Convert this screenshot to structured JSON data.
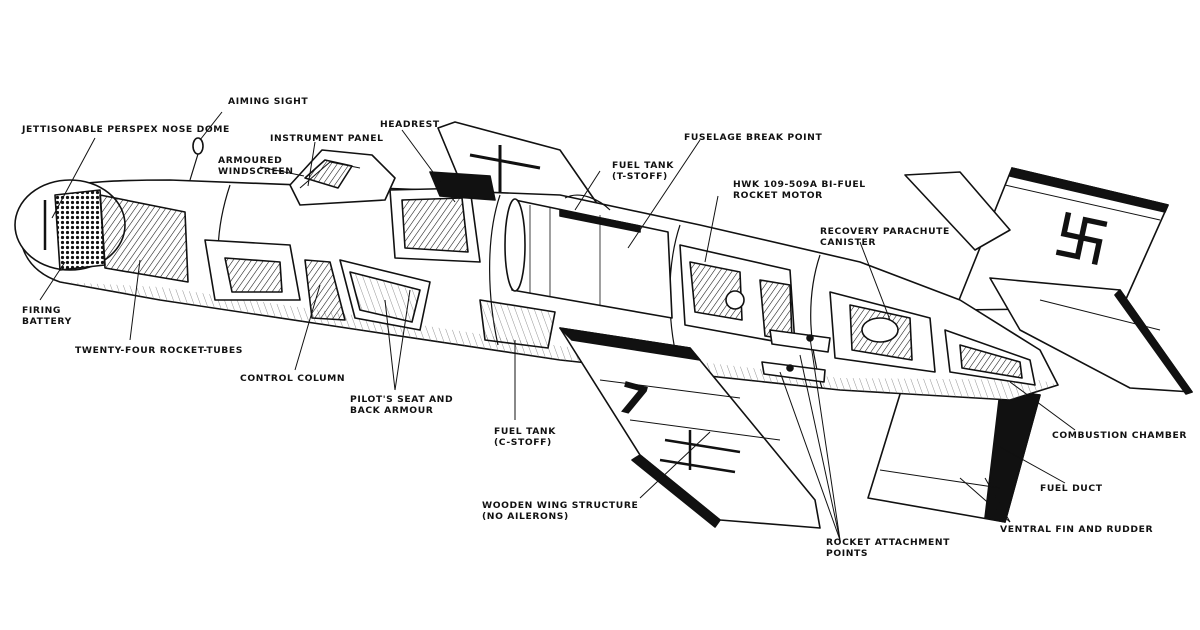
{
  "labels": {
    "aiming_sight": [
      "AIMING SIGHT"
    ],
    "nose_dome": [
      "JETTISONABLE PERSPEX NOSE DOME"
    ],
    "instrument_panel": [
      "INSTRUMENT PANEL"
    ],
    "headrest": [
      "HEADREST"
    ],
    "armoured_windscreen": [
      "ARMOURED",
      "WINDSCREEN"
    ],
    "fuselage_break": [
      "FUSELAGE BREAK POINT"
    ],
    "fuel_tank_t": [
      "FUEL TANK",
      "(T-STOFF)"
    ],
    "rocket_motor": [
      "HWK 109-509A BI-FUEL",
      "ROCKET MOTOR"
    ],
    "parachute": [
      "RECOVERY PARACHUTE",
      "CANISTER"
    ],
    "firing_battery": [
      "FIRING",
      "BATTERY"
    ],
    "rocket_tubes": [
      "TWENTY-FOUR ROCKET-TUBES"
    ],
    "control_column": [
      "CONTROL COLUMN"
    ],
    "pilots_seat": [
      "PILOT'S SEAT AND",
      "BACK ARMOUR"
    ],
    "fuel_tank_c": [
      "FUEL TANK",
      "(C-STOFF)"
    ],
    "combustion_chamber": [
      "COMBUSTION CHAMBER"
    ],
    "fuel_duct": [
      "FUEL DUCT"
    ],
    "ventral_fin": [
      "VENTRAL FIN AND RUDDER"
    ],
    "wing_structure": [
      "WOODEN WING STRUCTURE",
      "(NO AILERONS)"
    ],
    "rocket_attachment": [
      "ROCKET ATTACHMENT",
      "POINTS"
    ]
  },
  "markings": {
    "wing_number": "7"
  },
  "colors": {
    "ink": "#111111",
    "paper": "#ffffff",
    "shade": "#bdbdbd"
  }
}
